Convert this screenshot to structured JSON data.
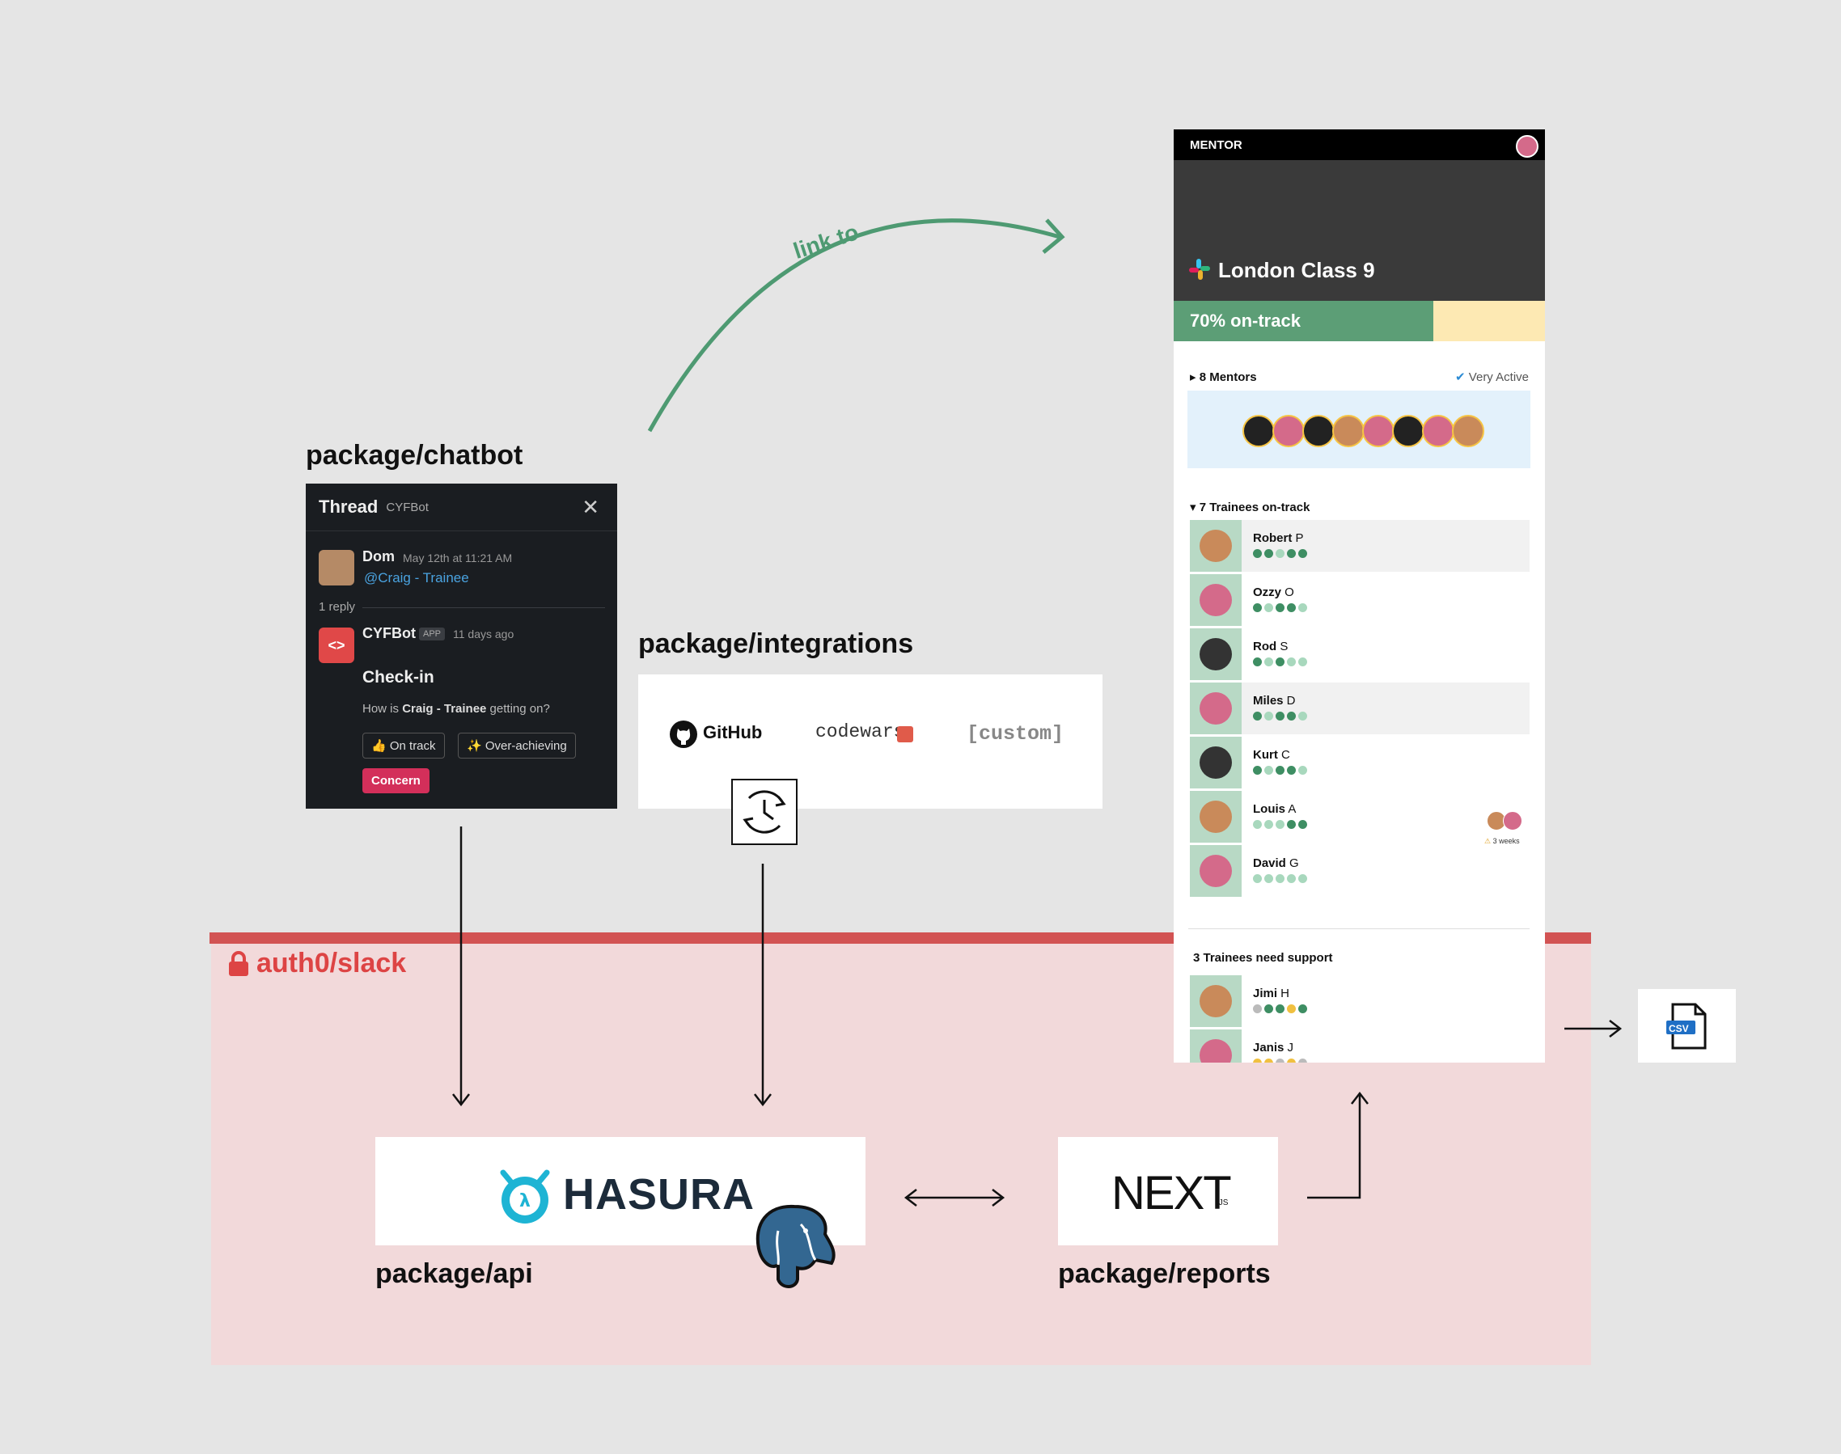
{
  "labels": {
    "chatbot": "package/chatbot",
    "integrations": "package/integrations",
    "api": "package/api",
    "reports": "package/reports",
    "auth": "auth0/slack",
    "link": "link to"
  },
  "chatbot": {
    "header_title": "Thread",
    "header_sub": "CYFBot",
    "msg1_author": "Dom",
    "msg1_time": "May 12th at 11:21 AM",
    "msg1_mention": "@Craig - Trainee",
    "replies": "1 reply",
    "bot_name": "CYFBot",
    "bot_badge": "APP",
    "bot_time": "11 days ago",
    "bot_logo": "<>",
    "checkin_title": "Check-in",
    "checkin_q_pre": "How is ",
    "checkin_q_name": "Craig - Trainee",
    "checkin_q_post": " getting on?",
    "btn_on_track": "👍 On track",
    "btn_over": "✨ Over-achieving",
    "btn_concern": "Concern"
  },
  "integrations": {
    "github": "GitHub",
    "codewars": "codewars",
    "custom": "[custom]"
  },
  "api": {
    "hasura": "HASURA"
  },
  "reports": {
    "next": "NEXT",
    "next_sub": ".JS"
  },
  "csv": {
    "label": "CSV"
  },
  "dashboard": {
    "role": "MENTOR",
    "class_title": "London Class 9",
    "progress_label": "70% on-track",
    "progress_value": 0.7,
    "mentors_title": "▸ 8 Mentors",
    "mentors_status": "Very Active",
    "mentor_count": 8,
    "ontrack_title": "▾ 7 Trainees on-track",
    "support_title": "3 Trainees need support",
    "note_weeks": "3 weeks",
    "trainees": [
      {
        "first": "Robert",
        "last": " P",
        "dots": [
          "#3e8e63",
          "#3e8e63",
          "#a8d8bd",
          "#3e8e63",
          "#3e8e63"
        ],
        "face": "#c98a5a",
        "hl": true
      },
      {
        "first": "Ozzy",
        "last": " O",
        "dots": [
          "#3e8e63",
          "#a8d8bd",
          "#3e8e63",
          "#3e8e63",
          "#a8d8bd"
        ],
        "face": "#d46a8a",
        "hl": false
      },
      {
        "first": "Rod",
        "last": " S",
        "dots": [
          "#3e8e63",
          "#a8d8bd",
          "#3e8e63",
          "#a8d8bd",
          "#a8d8bd"
        ],
        "face": "#333",
        "hl": false
      },
      {
        "first": "Miles",
        "last": " D",
        "dots": [
          "#3e8e63",
          "#a8d8bd",
          "#3e8e63",
          "#3e8e63",
          "#a8d8bd"
        ],
        "face": "#d46a8a",
        "hl": true
      },
      {
        "first": "Kurt",
        "last": " C",
        "dots": [
          "#3e8e63",
          "#a8d8bd",
          "#3e8e63",
          "#3e8e63",
          "#a8d8bd"
        ],
        "face": "#333",
        "hl": false
      },
      {
        "first": "Louis",
        "last": " A",
        "dots": [
          "#a8d8bd",
          "#a8d8bd",
          "#a8d8bd",
          "#3e8e63",
          "#3e8e63"
        ],
        "face": "#c98a5a",
        "hl": false
      },
      {
        "first": "David",
        "last": " G",
        "dots": [
          "#a8d8bd",
          "#a8d8bd",
          "#a8d8bd",
          "#a8d8bd",
          "#a8d8bd"
        ],
        "face": "#d46a8a",
        "hl": false
      }
    ],
    "support": [
      {
        "first": "Jimi",
        "last": " H",
        "dots": [
          "#bbb",
          "#3e8e63",
          "#3e8e63",
          "#f0c040",
          "#3e8e63"
        ],
        "face": "#c98a5a"
      },
      {
        "first": "Janis",
        "last": " J",
        "dots": [
          "#f0c040",
          "#f0c040",
          "#bbb",
          "#f0c040",
          "#bbb"
        ],
        "face": "#d46a8a"
      }
    ]
  },
  "colors": {
    "link_arrow": "#4e9a72",
    "auth_red": "#d25353",
    "auth_fill": "#f2d9da",
    "hasura_blue": "#1eb4d4",
    "postgres_blue": "#336791"
  }
}
